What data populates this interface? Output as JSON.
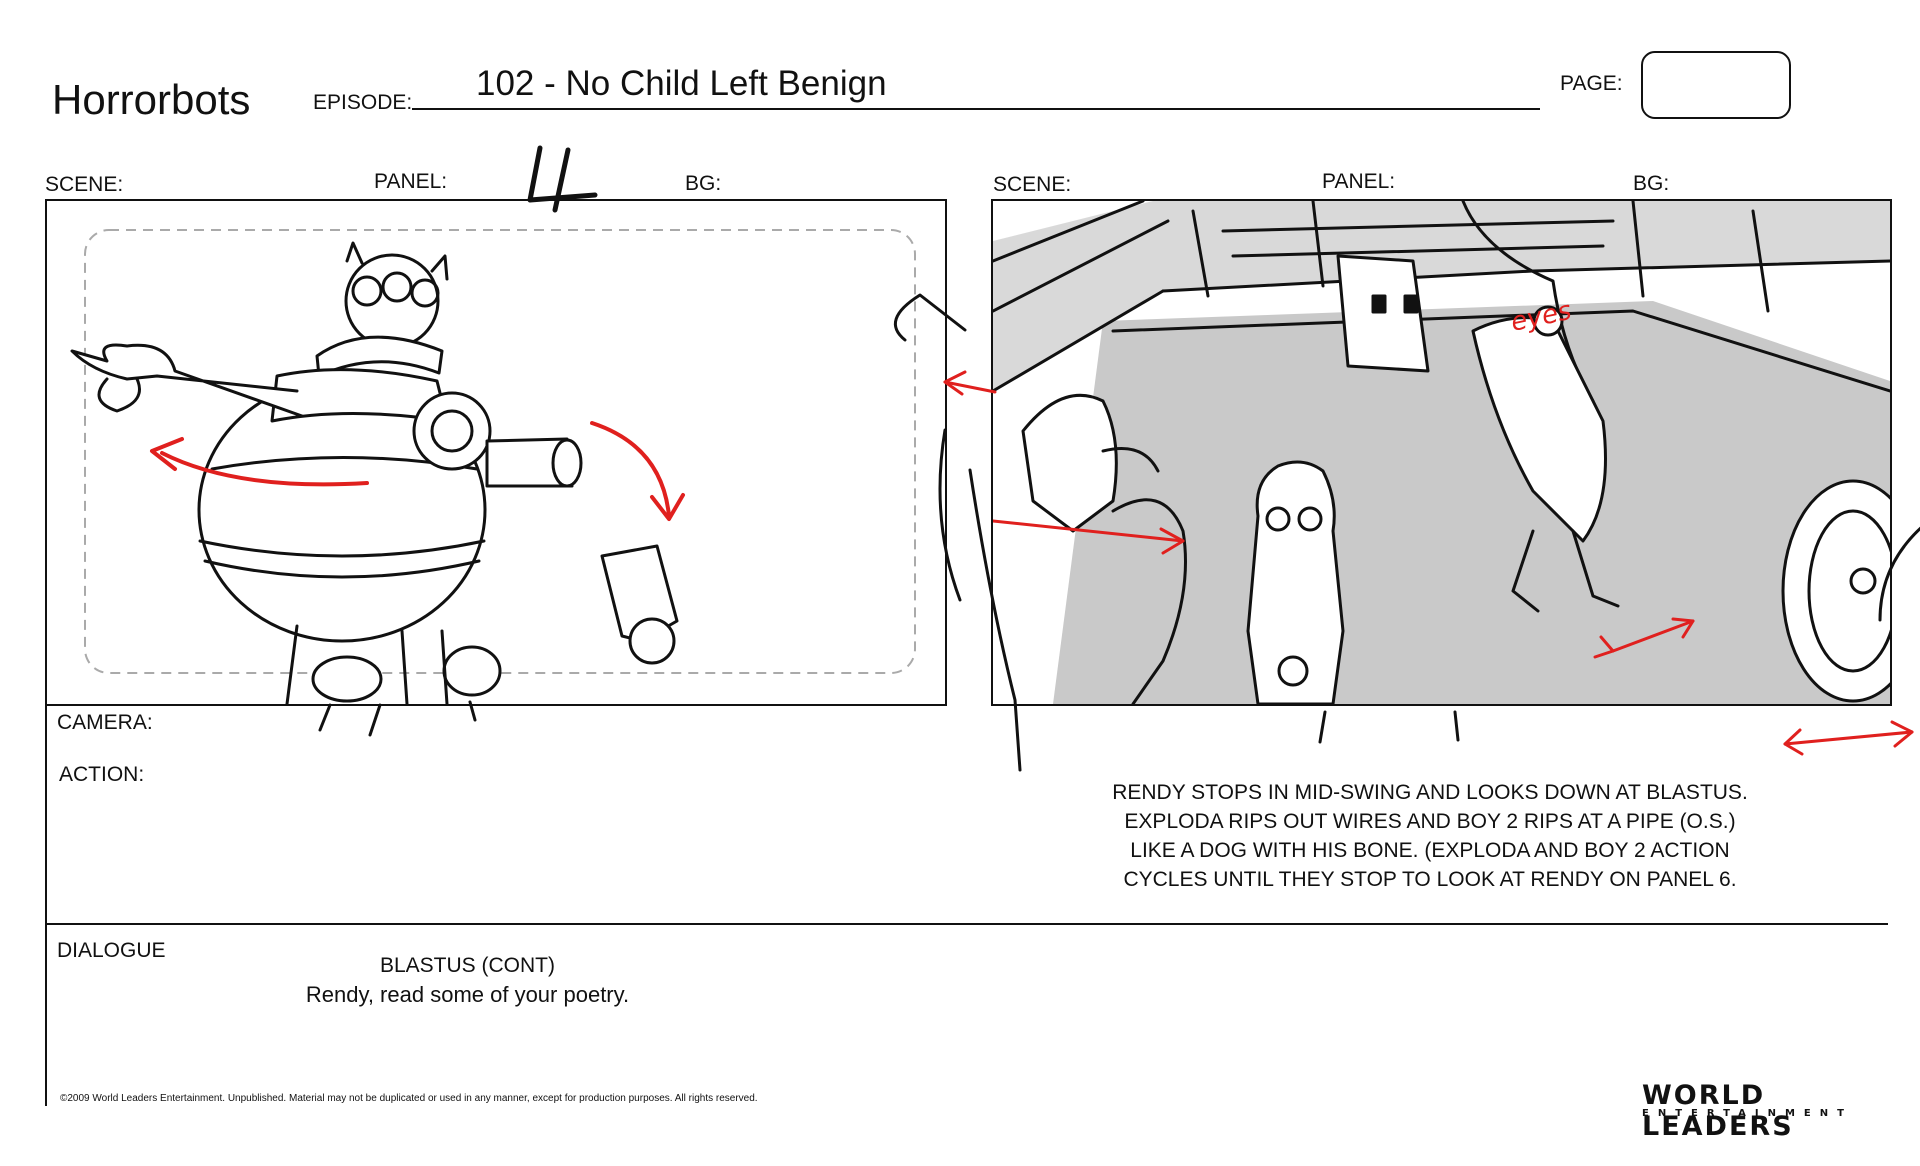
{
  "header": {
    "show_title": "Horrorbots",
    "episode_label": "EPISODE:",
    "episode_value": "102 - No Child Left Benign",
    "page_label": "PAGE:",
    "page_value": ""
  },
  "panels": [
    {
      "scene_label": "SCENE:",
      "panel_label": "PANEL:",
      "panel_number": "4",
      "bg_label": "BG:"
    },
    {
      "scene_label": "SCENE:",
      "panel_label": "PANEL:",
      "bg_label": "BG:"
    }
  ],
  "camera_label": "CAMERA:",
  "action_label": "ACTION:",
  "action_text": "RENDY STOPS IN MID-SWING AND LOOKS DOWN AT BLASTUS. EXPLODA RIPS OUT WIRES AND BOY 2 RIPS AT A PIPE (O.S.) LIKE A DOG WITH HIS BONE. (EXPLODA AND BOY 2 ACTION CYCLES UNTIL THEY STOP TO LOOK AT RENDY ON PANEL 6.",
  "dialogue_label": "DIALOGUE",
  "dialogue_character": "BLASTUS (CONT)",
  "dialogue_line": "Rendy, read some of your poetry.",
  "sketch_note": "eyes",
  "copyright": "©2009 World Leaders Entertainment.  Unpublished. Material may not be duplicated or used in any manner, except for production purposes. All rights reserved.",
  "logo": {
    "main": "WORLD LEADERS",
    "sub": "ENTERTAINMENT"
  },
  "colors": {
    "ink": "#111111",
    "annotation_red": "#e0201e",
    "tone_gray": "#bdbdbd",
    "guide_gray": "#aaaaaa"
  }
}
